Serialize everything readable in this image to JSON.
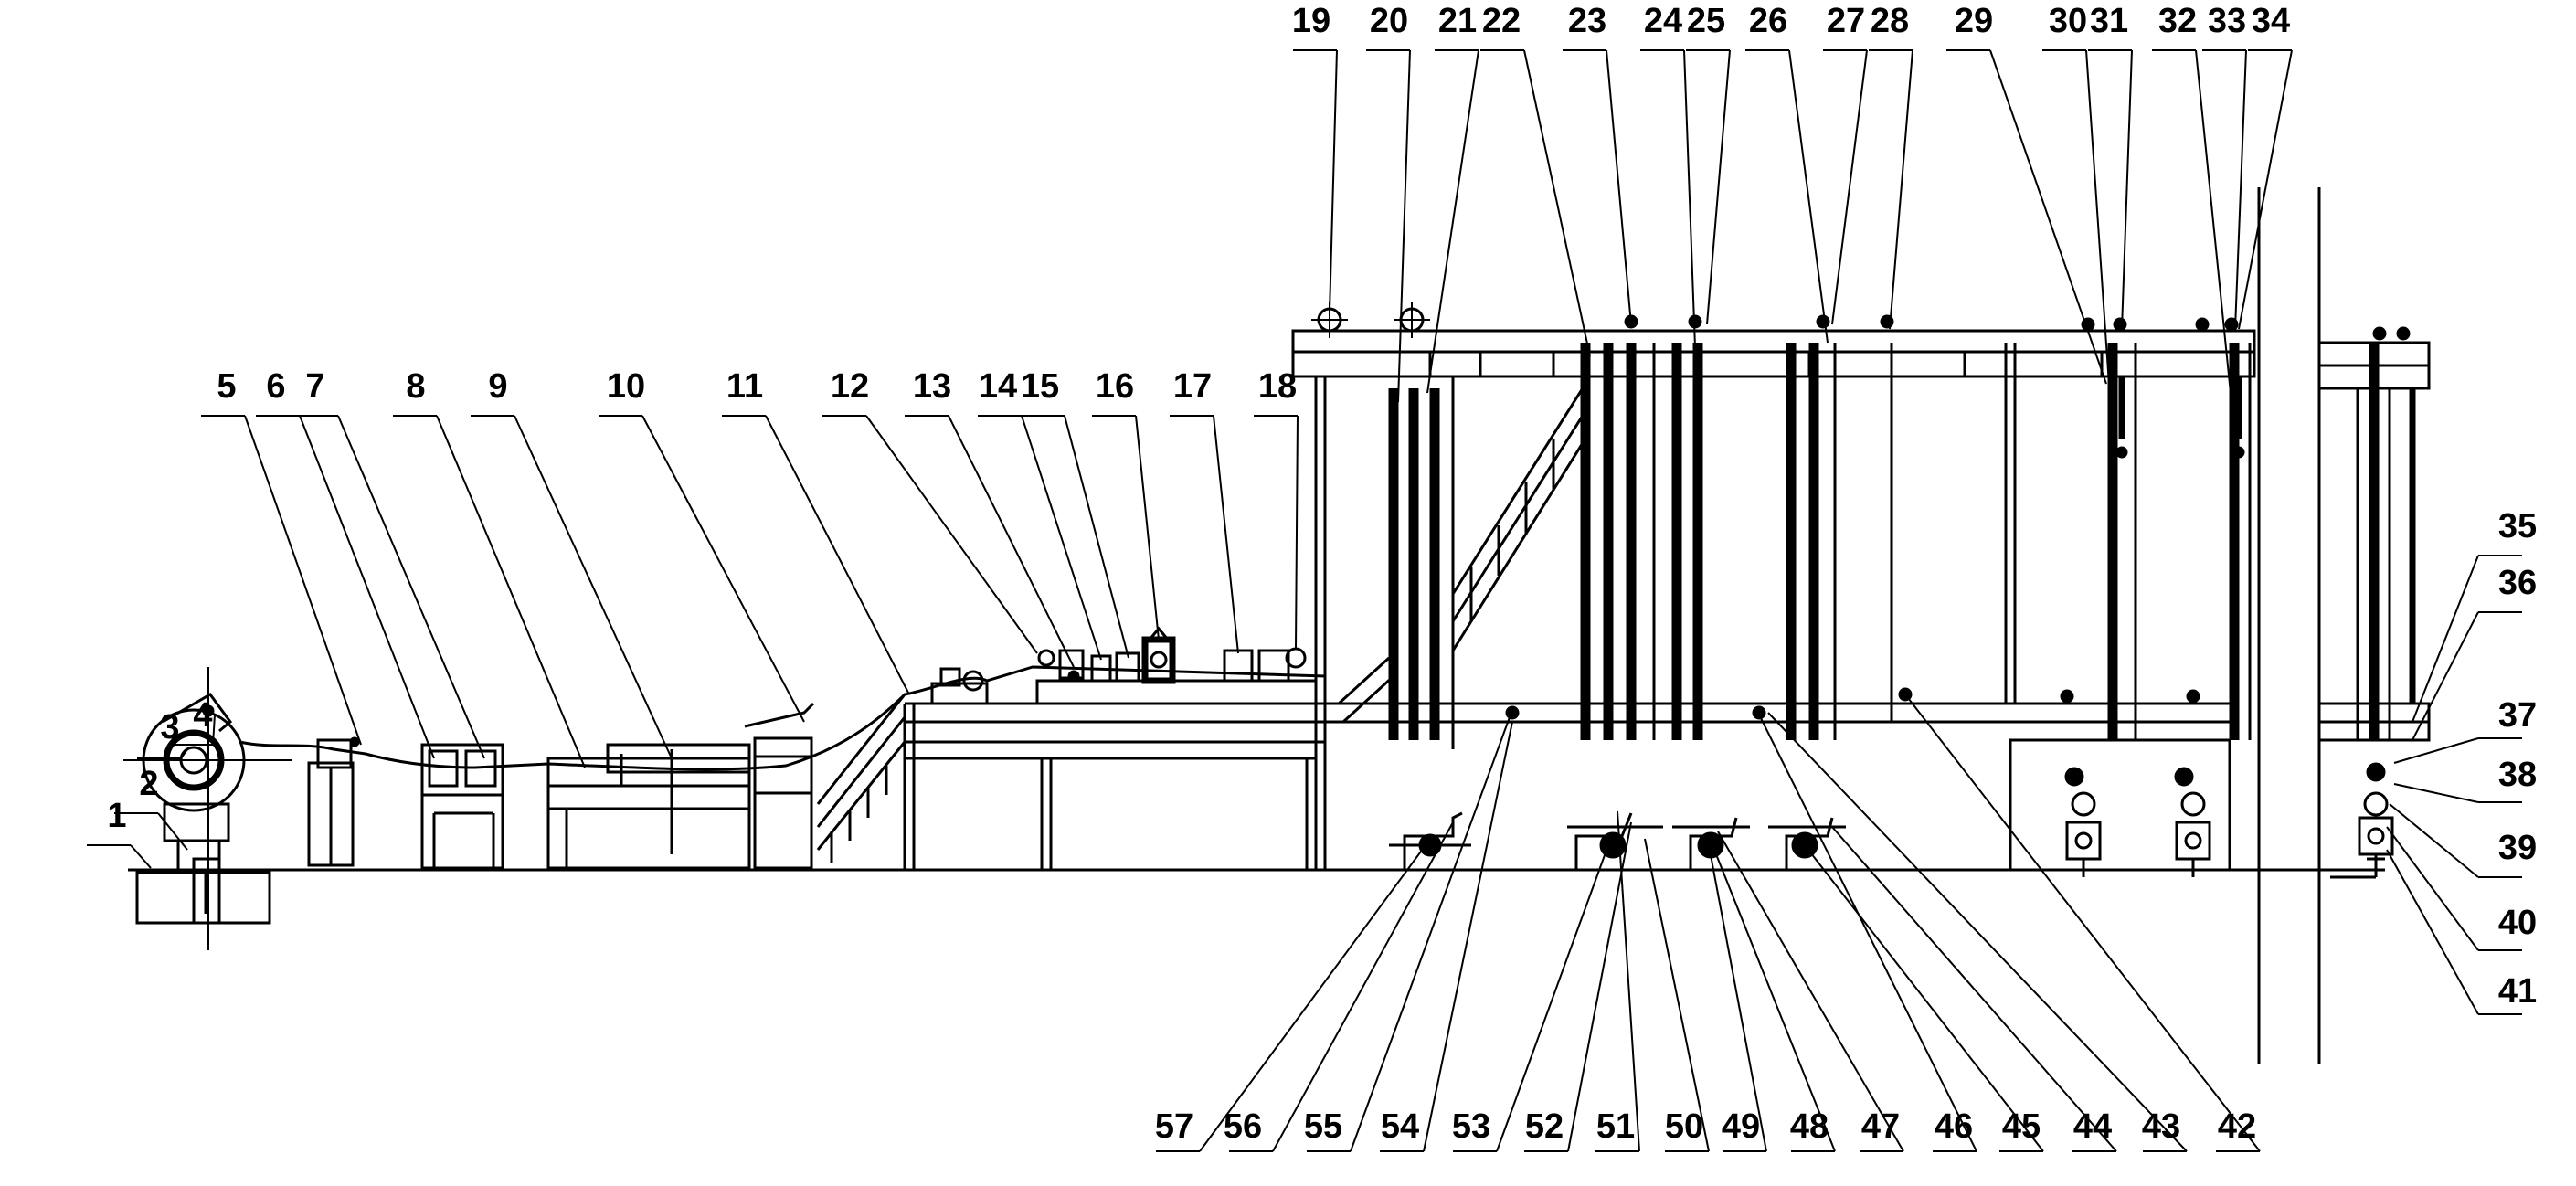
{
  "labels": {
    "top": [
      "4",
      "3",
      "2",
      "1",
      "5",
      "6",
      "7",
      "8",
      "9",
      "10",
      "11",
      "12",
      "13",
      "14",
      "15",
      "16",
      "17",
      "18",
      "19",
      "20",
      "21",
      "22",
      "23",
      "24",
      "25",
      "26",
      "27",
      "28",
      "29",
      "30",
      "31",
      "32",
      "33",
      "34"
    ],
    "right": [
      "35",
      "36",
      "37",
      "38",
      "39",
      "40",
      "41"
    ],
    "bottom": [
      "57",
      "56",
      "55",
      "54",
      "53",
      "52",
      "51",
      "50",
      "49",
      "48",
      "47",
      "46",
      "45",
      "44",
      "43",
      "42"
    ]
  }
}
